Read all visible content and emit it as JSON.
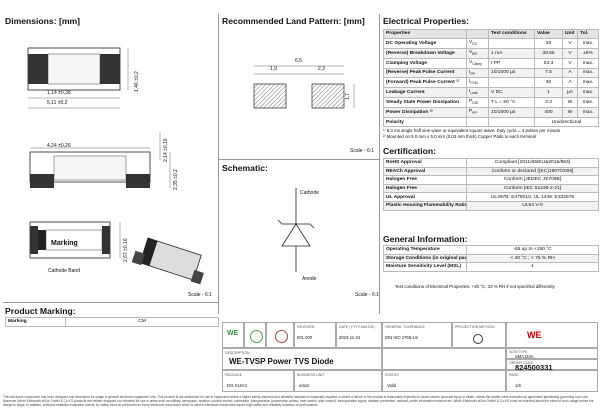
{
  "sections": {
    "dimensions": "Dimensions: [mm]",
    "land_pattern": "Recommended Land Pattern: [mm]",
    "electrical": "Electrical Properties:",
    "schematic": "Schematic:",
    "certification": "Certification:",
    "general": "General Information:",
    "marking": "Product Marking:"
  },
  "dimensions": {
    "d1": "1,14 ±0,38",
    "d2": "5,11 ±0,2",
    "d3": "1,46 ±0,2",
    "d4": "4,24 ±0,26",
    "d5": "2,14 ±0,16",
    "d6": "2,35 ±0,2",
    "d7": "2,67 ±0,16",
    "marking_text": "Marking",
    "cathode_band": "Cathode Band",
    "scale": "Scale - 6:1"
  },
  "land_pattern": {
    "d1": "6,5",
    "d2": "1,9",
    "d3": "2,3",
    "d4": "1,7",
    "scale": "Scale - 6:1"
  },
  "schematic": {
    "cathode": "Cathode",
    "anode": "Anode"
  },
  "electrical": {
    "headers": [
      "Properties",
      "Test conditions",
      "Value",
      "Unit",
      "Tol."
    ],
    "rows": [
      {
        "prop": "DC Operating Voltage",
        "sym": "V",
        "sub": "DC",
        "cond": "",
        "value": "33",
        "unit": "V",
        "tol": "max."
      },
      {
        "prop": "(Reverse) Breakdown Voltage",
        "sym": "V",
        "sub": "BR",
        "cond": "1 mA",
        "value": "38.65",
        "unit": "V",
        "tol": "±5%"
      },
      {
        "prop": "Clamping Voltage",
        "sym": "V",
        "sub": "Clamp",
        "cond": "I PP",
        "value": "53.3",
        "unit": "V",
        "tol": "max."
      },
      {
        "prop": "(Reverse) Peak Pulse Current",
        "sym": "I",
        "sub": "PP",
        "cond": "10/1000 µs",
        "value": "7.5",
        "unit": "A",
        "tol": "max."
      },
      {
        "prop": "(Forward) Peak Pulse Current ¹⁾",
        "sym": "I",
        "sub": "FSM",
        "cond": "",
        "value": "40",
        "unit": "A",
        "tol": "max."
      },
      {
        "prop": "Leakage Current",
        "sym": "I",
        "sub": "Leak",
        "cond": "V DC",
        "value": "1",
        "unit": "µA",
        "tol": "max."
      },
      {
        "prop": "Steady State Power Dissipation",
        "sym": "P",
        "sub": "DIS",
        "cond": "T L = 50 °C",
        "value": "3.3",
        "unit": "W",
        "tol": "max."
      },
      {
        "prop": "Power Dissipation ²⁾",
        "sym": "P",
        "sub": "PP",
        "cond": "10/1000 µs",
        "value": "400",
        "unit": "W",
        "tol": "max."
      },
      {
        "prop": "Polarity",
        "sym": "",
        "sub": "",
        "cond": "",
        "value": "Unidirectional",
        "unit": "",
        "tol": ""
      }
    ],
    "note1": "¹⁾ 8.3 ms single half sine wave or equivalent square wave. Duty cycle = 4 pulses per minute",
    "note2": "²⁾ Mounted on 5.0 mm x 5.0 mm (0.03 mm thick) Copper Pads to each terminal"
  },
  "certification": {
    "rows": [
      {
        "name": "RoHS Approval",
        "value": "Compliant [2011/65/EU&2015/863]"
      },
      {
        "name": "REACh Approval",
        "value": "Conform or declared [(EC)1907/2006]"
      },
      {
        "name": "Halogen Free",
        "value": "Conform [JEDEC JS709B]"
      },
      {
        "name": "Halogen Free",
        "value": "Conform [IEC 61249-2-21]"
      },
      {
        "name": "UL Approval",
        "value": "UL497B: E478010, UL 1449: E332675"
      },
      {
        "name": "Plastic Housing Flammability Rating",
        "value": "UL94 V-0"
      }
    ]
  },
  "general": {
    "rows": [
      {
        "name": "Operating Temperature",
        "value": "-65 up to +150 °C"
      },
      {
        "name": "Storage Conditions (in original packaging)",
        "value": "< 40 °C ; < 75 % RH"
      },
      {
        "name": "Moisture Sensitivity Level (MSL)",
        "value": "1"
      }
    ],
    "footnote": "Test conditions of Electrical Properties: +20 °C, 33 % RH if not specified differently"
  },
  "marking": {
    "label": "Marking",
    "value": "CM"
  },
  "title_block": {
    "logo_text": "WE",
    "rev_cap": "REVISION",
    "rev": "001.003",
    "date_cap": "DATE (YYYY-MM-DD)",
    "date": "2023-11-24",
    "std_cap": "GENERAL TOLERANCE",
    "std": "DIN ISO 2768-1m",
    "proj_cap": "PROJECTION METHOD",
    "company_cap": "DESCRIPTION",
    "title": "WE-TVSP Power TVS Diode",
    "order_cap": "ORDER CODE",
    "size_cap": "SIZE/TYPE",
    "size": "SMAJ33A",
    "order": "824500331",
    "bus_cap": "BUSINESS UNIT",
    "bus": "eiSos",
    "status_cap": "STATUS",
    "status": "Valid",
    "page_cap": "PAGE",
    "page": "1/6",
    "pkg_cap": "PACKAGE",
    "pkg": "DO-214AC"
  },
  "disclaimer": "This electronic component has been designed and developed for usage in general electronic equipment only. This product is not authorized for use in equipment where a higher safety standard and reliability standard is especially required or where a failure of the product is reasonably expected to cause severe personal injury or death, unless the parties have executed an agreement specifically governing such use. Moreover Würth Elektronik eiSos GmbH & Co KG products are neither designed nor intended for use in areas such as military, aerospace, aviation, nuclear control, submarine, transportation (automotive control, train control, ship control), transportation signal, disaster prevention, medical, public information network etc. Würth Elektronik eiSos GmbH & Co KG must be informed about the intent of such usage before the design-in stage. In addition, sufficient reliability evaluation checks for safety must be performed on every electronic component which is used in electrical circuits that require high safety and reliability functions or performance."
}
